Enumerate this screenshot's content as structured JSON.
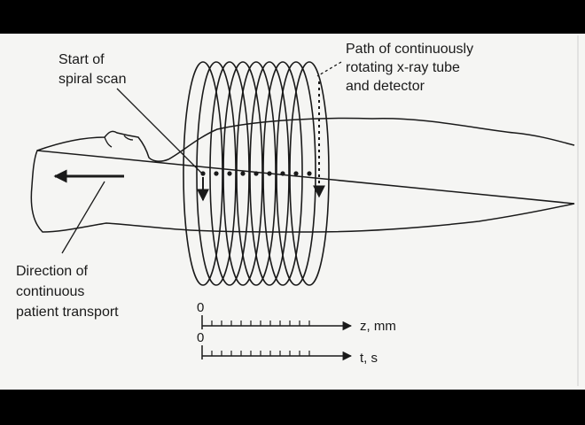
{
  "labels": {
    "start_line1": "Start of",
    "start_line2": "spiral scan",
    "path_line1": "Path of continuously",
    "path_line2": "rotating x-ray tube",
    "path_line3": "and detector",
    "direction_line1": "Direction of",
    "direction_line2": "continuous",
    "direction_line3": "patient transport"
  },
  "scales": {
    "z": {
      "zero": "0",
      "unit": "z, mm"
    },
    "t": {
      "zero": "0",
      "unit": "t, s"
    }
  },
  "colors": {
    "ink": "#1a1a1a",
    "paper": "#f5f5f3",
    "frame": "#000000"
  }
}
